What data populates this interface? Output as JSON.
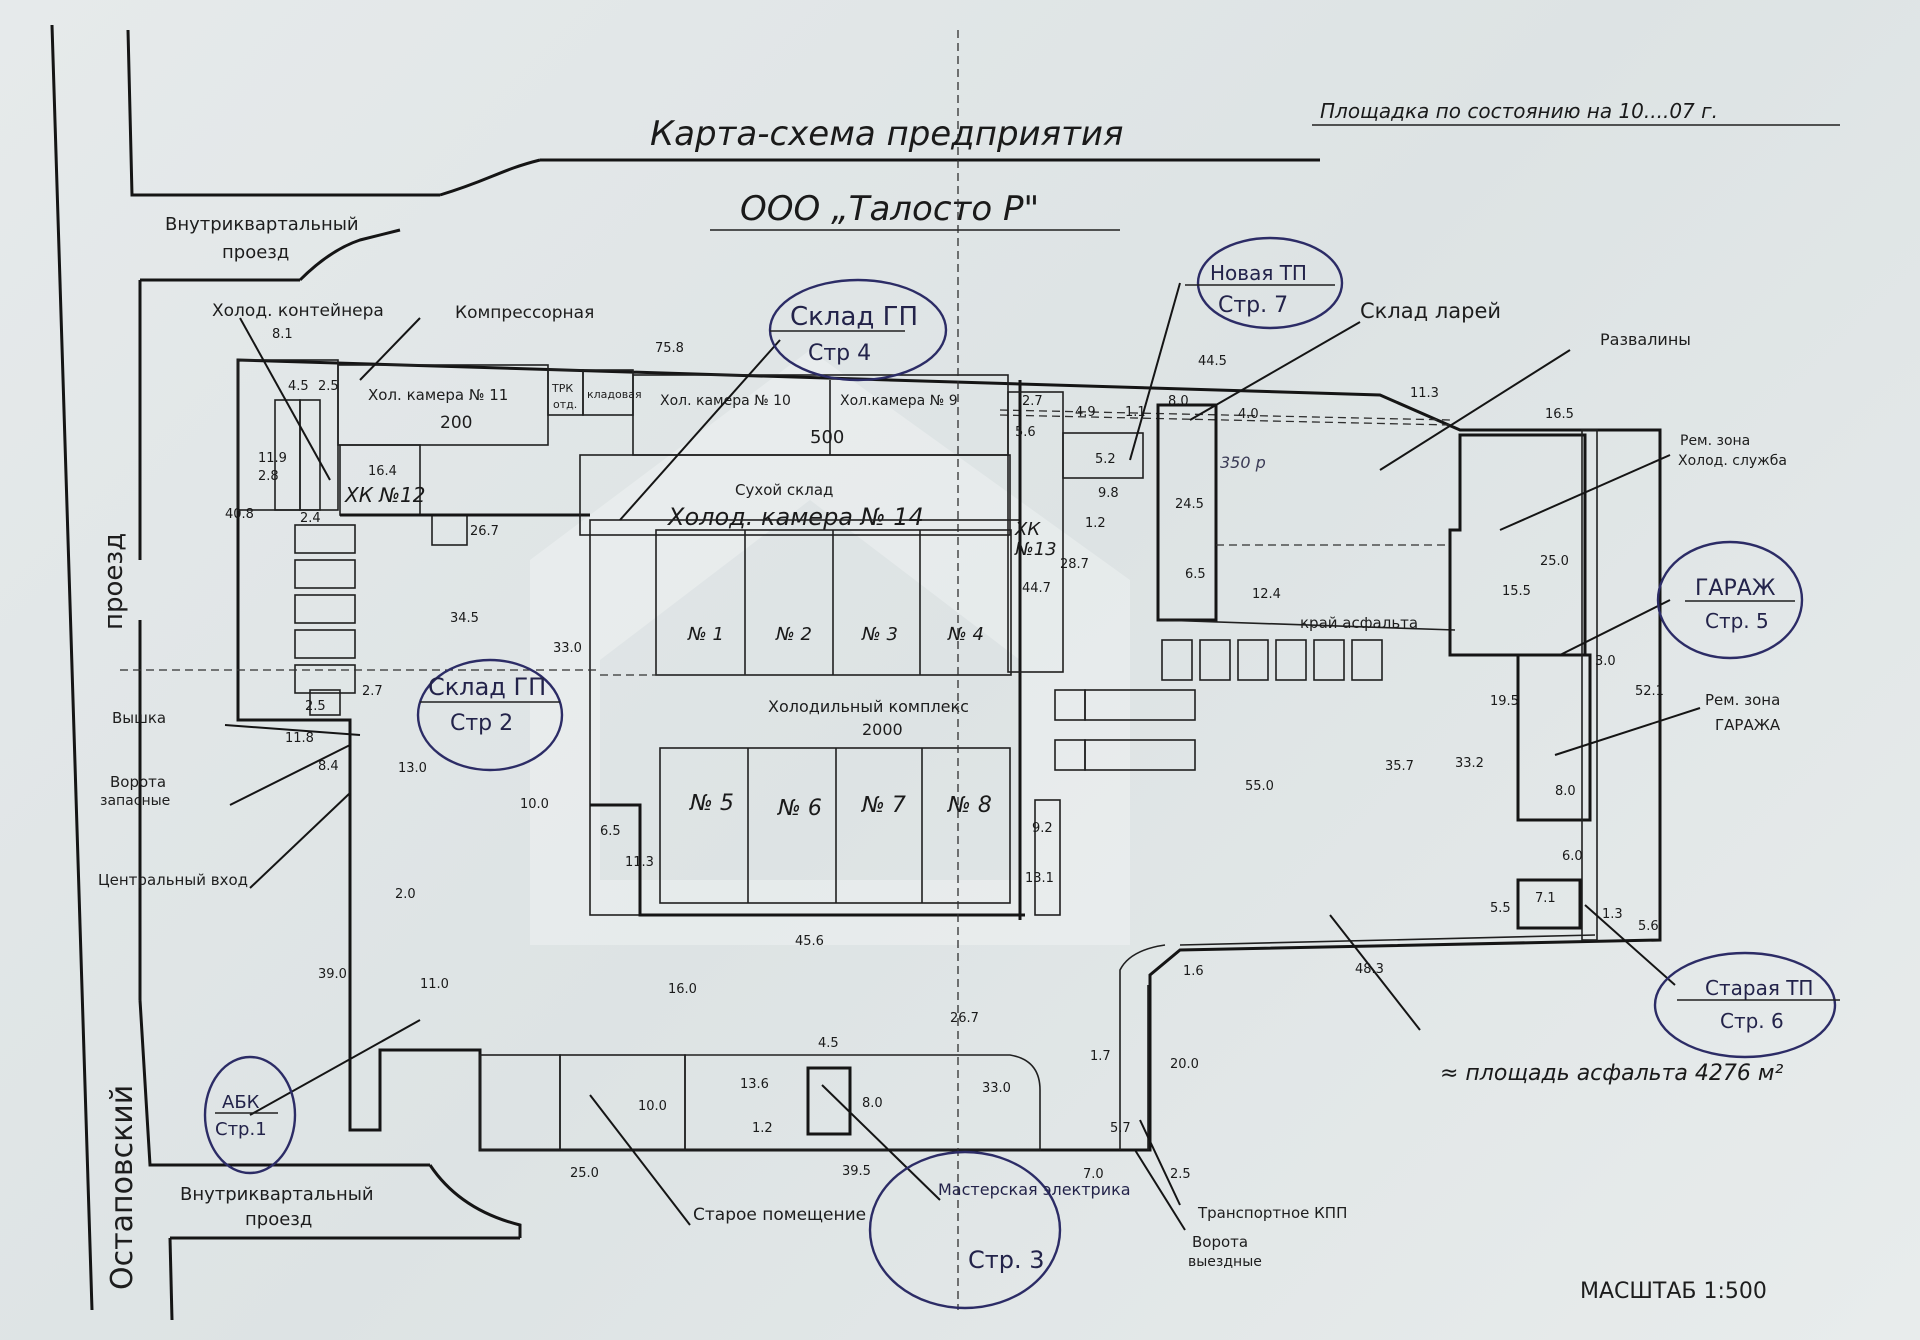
{
  "header": {
    "title_line1": "Карта-схема предприятия",
    "title_line2": "ООО „Талосто Р\"",
    "status_note": "Площадка по состоянию на 10.­.­.­.­07 г."
  },
  "roads": {
    "road_top": [
      "Внутриквартальный",
      "проезд"
    ],
    "road_bottom": [
      "Внутриквартальный",
      "проезд"
    ],
    "road_left_top": "проезд",
    "road_left_bottom": "Остаповский"
  },
  "structures": [
    {
      "id": "abk",
      "name": "АБК",
      "ref": "Стр.1"
    },
    {
      "id": "sklad-gp-2",
      "name": "Склад ГП",
      "ref": "Стр 2"
    },
    {
      "id": "masterskaya",
      "name": "Мастерская электрика",
      "ref": "Стр. 3"
    },
    {
      "id": "sklad-gp-4",
      "name": "Склад ГП",
      "ref": "Стр 4"
    },
    {
      "id": "garazh",
      "name": "ГАРАЖ",
      "ref": "Стр. 5"
    },
    {
      "id": "staraya-tp",
      "name": "Старая ТП",
      "ref": "Стр. 6"
    },
    {
      "id": "novaya-tp",
      "name": "Новая ТП",
      "ref": "Стр. 7"
    }
  ],
  "callouts": {
    "kholod_konteinera": "Холод. контейнера",
    "kompressornaya": "Компрессорная",
    "sklad_larei": "Склад ларей",
    "razvaliny": "Развалины",
    "rem_zona_kholod": [
      "Рем. зона",
      "Холод. служба"
    ],
    "rem_zona_garazha": [
      "Рем. зона",
      "ГАРАЖА"
    ],
    "vyshka": "Вышка",
    "vorota_zapasnye": [
      "Ворота",
      "запасные"
    ],
    "centralnyi_vkhod": "Центральный вход",
    "staroe_pomeshchenie": "Старое помещение",
    "transportnoe_kpp": "Транспортное КПП",
    "vorota_vyezdnye": [
      "Ворота",
      "выездные"
    ],
    "krai_asfalta": "край асфальта"
  },
  "rooms": {
    "khol_kamera_11": "Хол. камера № 11",
    "khol_kamera_11_area": "200",
    "trk_otd": [
      "ТРК",
      "отд."
    ],
    "kladovaya": "кладовая",
    "khol_kamera_10": "Хол. камера № 10",
    "khol_kamera_9": "Хол.камера № 9",
    "area_500": "500",
    "xk_12": "ХК №12",
    "xk_12_dim": "16.4",
    "sukhoi_sklad": "Сухой склад",
    "khol_kamera_14": "Холод. камера № 14",
    "xk_13": [
      "ХК",
      "№13"
    ],
    "cells_top": [
      "№ 1",
      "№ 2",
      "№ 3",
      "№ 4"
    ],
    "cells_bottom": [
      "№ 5",
      "№ 6",
      "№ 7",
      "№ 8"
    ],
    "kholod_kompleks": "Холодильный комплекс",
    "kholod_kompleks_area": "2000",
    "note_350": "350 р"
  },
  "dimensions": {
    "d_8_1": "8.1",
    "d_75_8": "75.8",
    "d_44_5": "44.5",
    "d_11_3": "11.3",
    "d_16_5": "16.5",
    "d_4_5a": "4.5",
    "d_2_5a": "2.5",
    "d_11_9": "11.9",
    "d_2_8": "2.8",
    "d_40_8": "40.8",
    "d_2_4": "2.4",
    "d_26_7a": "26.7",
    "d_34_5": "34.5",
    "d_33_0a": "33.0",
    "d_2_7a": "2.7",
    "d_2_5b": "2.5",
    "d_11_8": "11.8",
    "d_8_4": "8.4",
    "d_13_0": "13.0",
    "d_10_0a": "10.0",
    "d_6_5a": "6.5",
    "d_11_3b": "11.3",
    "d_2_0": "2.0",
    "d_39_0": "39.0",
    "d_11_0": "11.0",
    "d_45_6": "45.6",
    "d_16_0": "16.0",
    "d_26_7b": "26.7",
    "d_2_7b": "2.7",
    "d_5_6a": "5.6",
    "d_4_9": "4.9",
    "d_1_1": "1.1",
    "d_8_0a": "8.0",
    "d_4_0": "4.0",
    "d_5_2": "5.2",
    "d_9_8": "9.8",
    "d_1_2a": "1.2",
    "d_28_7": "28.7",
    "d_44_7": "44.7",
    "d_24_5": "24.5",
    "d_6_5b": "6.5",
    "d_12_4": "12.4",
    "d_9_2": "9.2",
    "d_13_1": "13.1",
    "d_55_0": "55.0",
    "d_35_7": "35.7",
    "d_33_2": "33.2",
    "d_25_0a": "25.0",
    "d_15_5": "15.5",
    "d_3_0": "3.0",
    "d_52_1": "52.1",
    "d_19_5": "19.5",
    "d_8_0b": "8.0",
    "d_6_0": "6.0",
    "d_5_5": "5.5",
    "d_7_1": "7.1",
    "d_1_3": "1.3",
    "d_5_6b": "5.6",
    "d_48_3": "48.3",
    "d_1_6": "1.6",
    "d_20_0": "20.0",
    "d_1_7": "1.7",
    "d_5_7": "5.7",
    "d_7_0": "7.0",
    "d_2_5c": "2.5",
    "d_4_5b": "4.5",
    "d_13_6": "13.6",
    "d_8_0c": "8.0",
    "d_1_2b": "1.2",
    "d_33_0b": "33.0",
    "d_10_0b": "10.0",
    "d_25_0b": "25.0",
    "d_39_5": "39.5"
  },
  "footer": {
    "asphalt_area": "≈ площадь асфальта 4276 м²",
    "scale": "МАСШТАБ 1:500"
  }
}
